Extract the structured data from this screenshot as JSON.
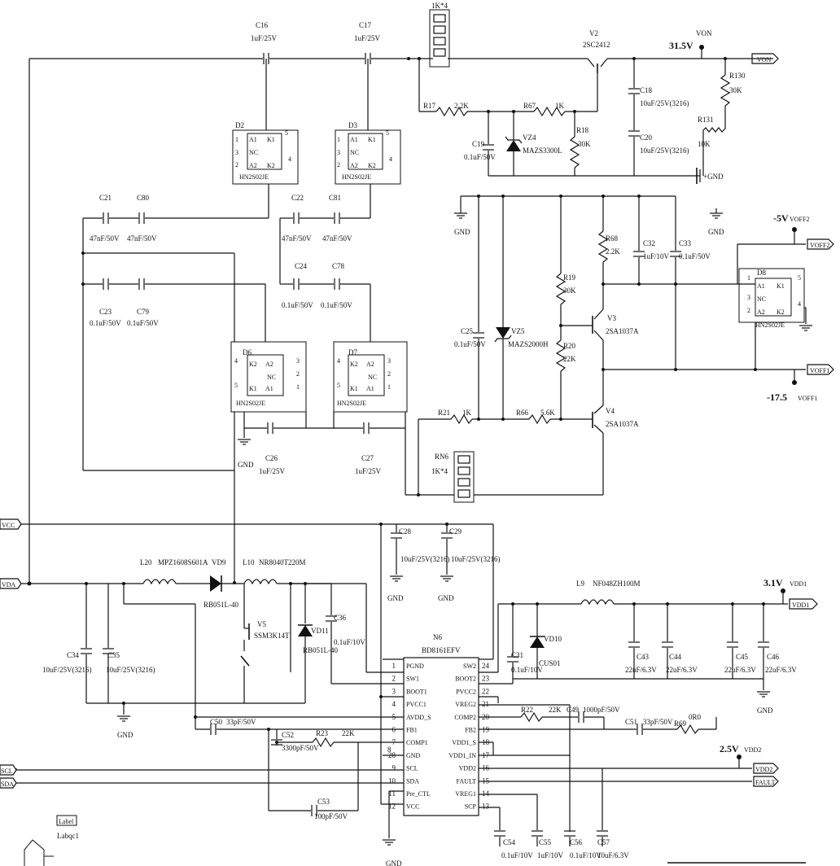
{
  "rails": {
    "von_voltage": "31.5V",
    "von_name": "VON",
    "von_port": "VON",
    "voff2_voltage": "-5V",
    "voff2_name": "VOFF2",
    "voff2_port": "VOFF2",
    "voff1_voltage": "-17.5",
    "voff1_name": "VOFF1",
    "voff1_port": "VOFF1",
    "vdd1_voltage": "3.1V",
    "vdd1_name": "VDD1",
    "vdd1_port": "VDD1",
    "vdd2_voltage": "2.5V",
    "vdd2_name": "VDD2",
    "vdd2_port": "VDD2",
    "vcc": "VCC",
    "vda": "VDA",
    "scl": "SCL",
    "sda": "SDA",
    "fault": "FAULT"
  },
  "gnd": {
    "label": "GND",
    "plus_gnd": "+GND",
    "partial": "GND"
  },
  "caps": {
    "c16": {
      "ref": "C16",
      "val": "1uF/25V"
    },
    "c17": {
      "ref": "C17",
      "val": "1uF/25V"
    },
    "c21": {
      "ref": "C21",
      "val": "47nF/50V"
    },
    "c80": {
      "ref": "C80",
      "val": "47nF/50V"
    },
    "c22": {
      "ref": "C22",
      "val": "47nF/50V"
    },
    "c81": {
      "ref": "C81",
      "val": "47nF/50V"
    },
    "c23": {
      "ref": "C23",
      "val": "0.1uF/50V"
    },
    "c79": {
      "ref": "C79",
      "val": "0.1uF/50V"
    },
    "c24": {
      "ref": "C24",
      "val": "0.1uF/50V"
    },
    "c78": {
      "ref": "C78",
      "val": "0.1uF/50V"
    },
    "c26": {
      "ref": "C26",
      "val": "1uF/25V"
    },
    "c27": {
      "ref": "C27",
      "val": "1uF/25V"
    },
    "c18": {
      "ref": "C18",
      "val": "10uF/25V(3216)"
    },
    "c20": {
      "ref": "C20",
      "val": "10uF/25V(3216)"
    },
    "c19": {
      "ref": "C19",
      "val": "0.1uF/50V"
    },
    "c25": {
      "ref": "C25",
      "val": "0.1uF/50V"
    },
    "c32": {
      "ref": "C32",
      "val": "1uF/10V"
    },
    "c33": {
      "ref": "C33",
      "val": "0.1uF/50V"
    },
    "c28": {
      "ref": "C28",
      "val": "10uF/25V(3216)"
    },
    "c29": {
      "ref": "C29",
      "val": "10uF/25V(3216)"
    },
    "c34": {
      "ref": "C34",
      "val": "10uF/25V(3216)"
    },
    "c35": {
      "ref": "C35",
      "val": "10uF/25V(3216)"
    },
    "c36": {
      "ref": "C36",
      "val": "0.1uF/10V"
    },
    "c31": {
      "ref": "C31",
      "val": "0.1uF/10V"
    },
    "c43": {
      "ref": "C43",
      "val": "22uF/6.3V"
    },
    "c44": {
      "ref": "C44",
      "val": "22uF/6.3V"
    },
    "c45": {
      "ref": "C45",
      "val": "22uF/6.3V"
    },
    "c46": {
      "ref": "C46",
      "val": "22uF/6.3V"
    },
    "c49": {
      "ref": "C49",
      "val": "1000pF/50V"
    },
    "c50": {
      "ref": "C50",
      "val": "33pF/50V"
    },
    "c51": {
      "ref": "C51",
      "val": "33pF/50V"
    },
    "c52": {
      "ref": "C52",
      "val": "3300pF/50V"
    },
    "c53": {
      "ref": "C53",
      "val": "100pF/50V"
    },
    "c54": {
      "ref": "C54",
      "val": "0.1uF/10V"
    },
    "c55": {
      "ref": "C55",
      "val": "1uF/10V"
    },
    "c56": {
      "ref": "C56",
      "val": "0.1uF/10V"
    },
    "c57": {
      "ref": "C57",
      "val": "10uF/6.3V"
    }
  },
  "resistors": {
    "r17": {
      "ref": "R17",
      "val": "2.2K"
    },
    "r67": {
      "ref": "R67",
      "val": "1K"
    },
    "r18": {
      "ref": "R18",
      "val": "30K"
    },
    "r130": {
      "ref": "R130",
      "val": "30K"
    },
    "r131": {
      "ref": "R131",
      "val": "10K"
    },
    "r68": {
      "ref": "R68",
      "val": "2.2K"
    },
    "r19": {
      "ref": "R19",
      "val": "30K"
    },
    "r20": {
      "ref": "R20",
      "val": "22K"
    },
    "r21": {
      "ref": "R21",
      "val": "1K"
    },
    "r66": {
      "ref": "R66",
      "val": "5.6K"
    },
    "r22": {
      "ref": "R22",
      "val": "22K"
    },
    "r23": {
      "ref": "R23",
      "val": "22K"
    },
    "r69": {
      "ref": "R69",
      "val": "0R0"
    }
  },
  "arrays": {
    "top": {
      "ref": "1K*4"
    },
    "rn6": {
      "ref": "RN6",
      "val": "1K*4"
    }
  },
  "diodes": {
    "d2": {
      "ref": "D2",
      "part": "HN2S02JE"
    },
    "d3": {
      "ref": "D3",
      "part": "HN2S02JE"
    },
    "d6": {
      "ref": "D6",
      "part": "HN2S02JE"
    },
    "d7": {
      "ref": "D7",
      "part": "HN2S02JE"
    },
    "d8": {
      "ref": "D8",
      "part": "HN2S02JE"
    },
    "vz4": {
      "ref": "VZ4",
      "part": "MAZS3300L"
    },
    "vz5": {
      "ref": "VZ5",
      "part": "MAZS2000H"
    },
    "vd9": {
      "ref": "VD9",
      "part": "RB051L-40"
    },
    "vd11": {
      "ref": "VD11",
      "part": "RB051L-40"
    },
    "vd10": {
      "ref": "VD10",
      "part": "CUS01"
    }
  },
  "pkg_pins": {
    "a1": "A1",
    "a2": "A2",
    "k1": "K1",
    "k2": "K2",
    "nc": "NC"
  },
  "transistors": {
    "v2": {
      "ref": "V2",
      "part": "2SC2412"
    },
    "v3": {
      "ref": "V3",
      "part": "2SA1037A"
    },
    "v4": {
      "ref": "V4",
      "part": "2SA1037A"
    },
    "v5": {
      "ref": "V5",
      "part": "SSM3K14T"
    }
  },
  "inductors": {
    "l20": {
      "ref": "L20",
      "part": "MPZ1608S601A"
    },
    "l10": {
      "ref": "L10",
      "part": "NR8040T220M"
    },
    "l9": {
      "ref": "L9",
      "part": "NF048ZH100M"
    }
  },
  "ic": {
    "ref": "N6",
    "part": "BD8161EFV",
    "left_pins": [
      {
        "n": "1",
        "name": "PGND"
      },
      {
        "n": "2",
        "name": "SW1"
      },
      {
        "n": "3",
        "name": "BOOT1"
      },
      {
        "n": "4",
        "name": "PVCC1"
      },
      {
        "n": "5",
        "name": "AVDD_S"
      },
      {
        "n": "6",
        "name": "FB1"
      },
      {
        "n": "7",
        "name": "COMP1"
      },
      {
        "n": "28",
        "name": "GND"
      },
      {
        "n": "9",
        "name": "SCL"
      },
      {
        "n": "10",
        "name": "SDA"
      },
      {
        "n": "11",
        "name": "Pre_CTL"
      },
      {
        "n": "12",
        "name": "VCC"
      }
    ],
    "right_pins": [
      {
        "n": "24",
        "name": "SW2"
      },
      {
        "n": "23",
        "name": "BOOT2"
      },
      {
        "n": "22",
        "name": "PVCC2"
      },
      {
        "n": "21",
        "name": "VREG2"
      },
      {
        "n": "20",
        "name": "COMP2"
      },
      {
        "n": "19",
        "name": "FB2"
      },
      {
        "n": "18",
        "name": "VDD1_S"
      },
      {
        "n": "17",
        "name": "VDD1_IN"
      },
      {
        "n": "16",
        "name": "VDD2"
      },
      {
        "n": "15",
        "name": "FAULT"
      },
      {
        "n": "14",
        "name": "VREG1"
      },
      {
        "n": "13",
        "name": "SCP"
      }
    ],
    "pin8": "8"
  },
  "extra": {
    "label_box": "Label",
    "label_text": "Labqc1"
  },
  "pn": {
    "d2_1": "1",
    "d2_2": "2",
    "d2_3": "3",
    "d2_4": "4",
    "d2_5": "5",
    "d3_1": "1",
    "d3_2": "2",
    "d3_3": "3",
    "d3_4": "4",
    "d3_5": "5",
    "d6_1": "1",
    "d6_2": "2",
    "d6_3": "3",
    "d6_4": "4",
    "d6_5": "5",
    "d7_1": "1",
    "d7_2": "2",
    "d7_3": "3",
    "d7_4": "4",
    "d7_5": "5",
    "d8_1": "1",
    "d8_2": "2",
    "d8_3": "3",
    "d8_4": "4",
    "d8_5": "5"
  },
  "colors": {
    "ink": "#111111",
    "paper": "#ffffff"
  }
}
